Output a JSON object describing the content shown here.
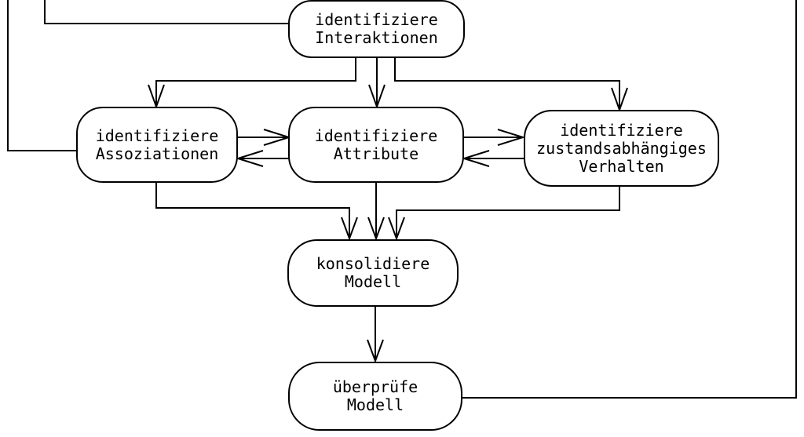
{
  "diagram": {
    "type": "flowchart",
    "language": "de",
    "colors": {
      "stroke": "#000000",
      "background": "#ffffff",
      "text": "#000000"
    },
    "nodes": [
      {
        "id": "identifiziere-interaktionen",
        "label": "identifiziere\nInteraktionen"
      },
      {
        "id": "identifiziere-assoziationen",
        "label": "identifiziere\nAssoziationen"
      },
      {
        "id": "identifiziere-attribute",
        "label": "identifiziere\nAttribute"
      },
      {
        "id": "identifiziere-zustandsabhaengiges-verhalten",
        "label": "identifiziere\nzustandsabhängiges\nVerhalten"
      },
      {
        "id": "konsolidiere-modell",
        "label": "konsolidiere\nModell"
      },
      {
        "id": "ueberpruefe-modell",
        "label": "überprüfe\nModell"
      }
    ],
    "edges": [
      {
        "from": "offscreen-top-left",
        "to": "identifiziere-assoziationen",
        "arrowhead": false
      },
      {
        "from": "offscreen-top-left",
        "to": "identifiziere-interaktionen",
        "arrowhead": false
      },
      {
        "from": "identifiziere-interaktionen",
        "to": "identifiziere-assoziationen",
        "arrowhead": true
      },
      {
        "from": "identifiziere-interaktionen",
        "to": "identifiziere-attribute",
        "arrowhead": true
      },
      {
        "from": "identifiziere-interaktionen",
        "to": "identifiziere-zustandsabhaengiges-verhalten",
        "arrowhead": true
      },
      {
        "from": "identifiziere-assoziationen",
        "to": "identifiziere-attribute",
        "arrowhead": true
      },
      {
        "from": "identifiziere-attribute",
        "to": "identifiziere-assoziationen",
        "arrowhead": true
      },
      {
        "from": "identifiziere-attribute",
        "to": "identifiziere-zustandsabhaengiges-verhalten",
        "arrowhead": true
      },
      {
        "from": "identifiziere-zustandsabhaengiges-verhalten",
        "to": "identifiziere-attribute",
        "arrowhead": true
      },
      {
        "from": "identifiziere-assoziationen",
        "to": "konsolidiere-modell",
        "arrowhead": true
      },
      {
        "from": "identifiziere-attribute",
        "to": "konsolidiere-modell",
        "arrowhead": true
      },
      {
        "from": "identifiziere-zustandsabhaengiges-verhalten",
        "to": "konsolidiere-modell",
        "arrowhead": true
      },
      {
        "from": "konsolidiere-modell",
        "to": "ueberpruefe-modell",
        "arrowhead": true
      },
      {
        "from": "ueberpruefe-modell",
        "to": "offscreen-top-right",
        "arrowhead": false
      }
    ]
  }
}
